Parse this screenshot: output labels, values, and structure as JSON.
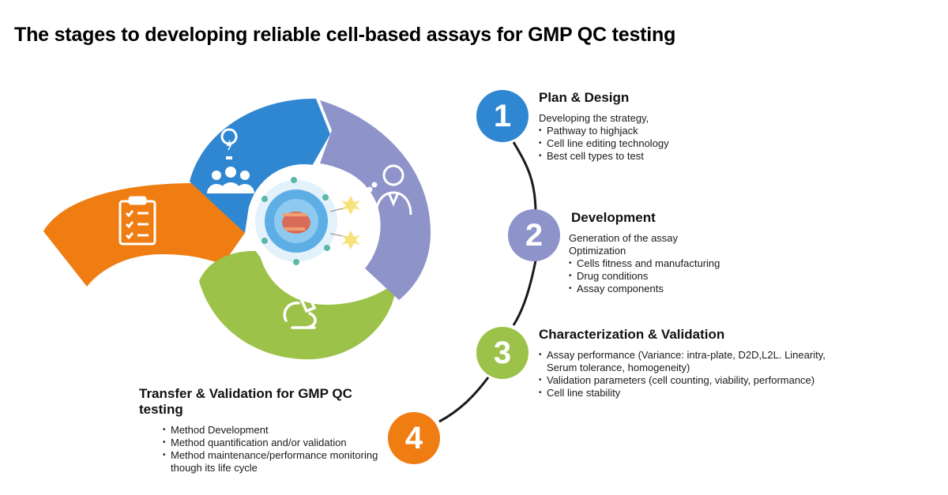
{
  "title": "The stages to developing reliable cell-based assays for GMP QC testing",
  "colors": {
    "blue": "#2f86d1",
    "purple": "#8e93c9",
    "green": "#9cc24a",
    "orange": "#ef7d12",
    "line": "#1a1a1a"
  },
  "icons": {
    "planning": "clipboard-checklist-icon",
    "team": "team-idea-icon",
    "scientist": "scientist-icon",
    "lab": "microscope-icon",
    "center": "cell-diagram-icon"
  },
  "stages": [
    {
      "number": "1",
      "heading": "Plan & Design",
      "intro": [
        "Developing the strategy,"
      ],
      "bullets": [
        "Pathway to highjack",
        "Cell line editing technology",
        "Best cell types to test"
      ]
    },
    {
      "number": "2",
      "heading": "Development",
      "intro": [
        "Generation of the assay",
        "Optimization"
      ],
      "bullets": [
        "Cells fitness and manufacturing",
        "Drug conditions",
        "Assay components"
      ]
    },
    {
      "number": "3",
      "heading": "Characterization & Validation",
      "intro": [],
      "bullets": [
        "Assay performance (Variance: intra-plate, D2D,L2L. Linearity, Serum tolerance, homogeneity)",
        "Validation parameters (cell counting, viability, performance)",
        "Cell line stability"
      ]
    },
    {
      "number": "4",
      "heading": "Transfer & Validation for GMP QC testing",
      "intro": [],
      "bullets": [
        "Method Development",
        "Method quantification and/or validation",
        "Method maintenance/performance monitoring though its life cycle"
      ]
    }
  ]
}
